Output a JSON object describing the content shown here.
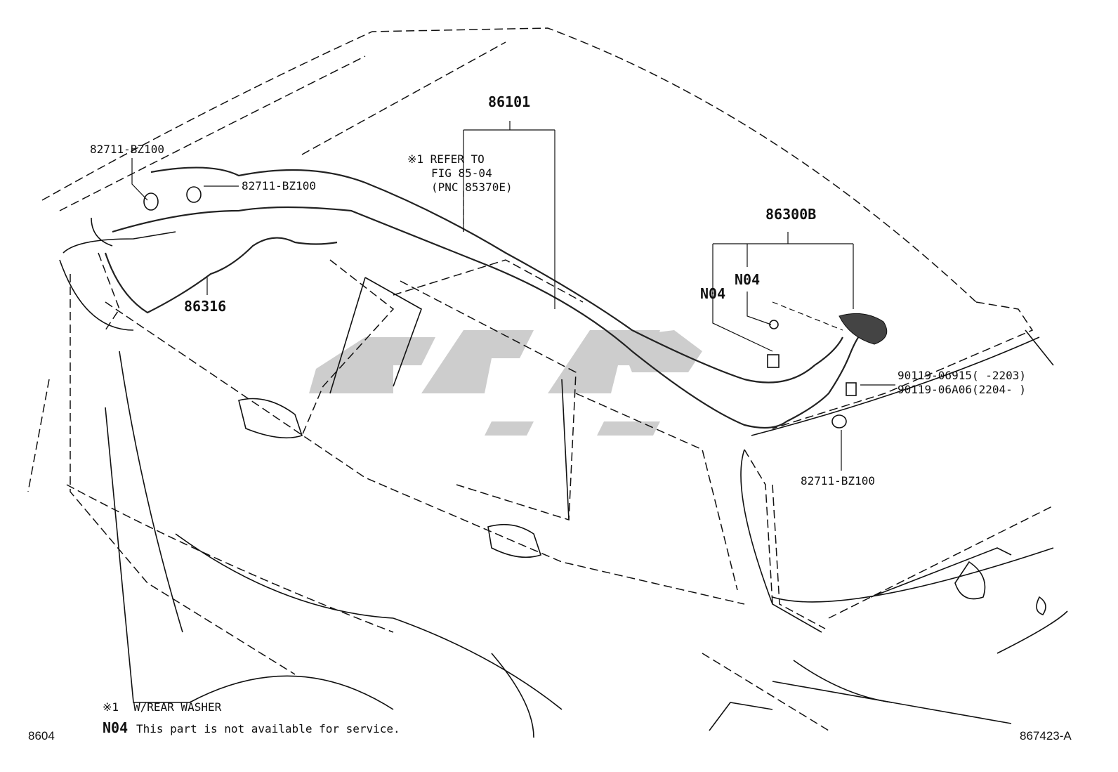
{
  "callouts": {
    "p86101": "86101",
    "p86300b": "86300B",
    "p86316": "86316",
    "n04_left": "N04",
    "n04_right": "N04",
    "clip_top_left": "82711-BZ100",
    "clip_top_mid": "82711-BZ100",
    "clip_bottom_right": "82711-BZ100",
    "bolt_a_pn": "90119-06915",
    "bolt_a_range": "(      -2203)",
    "bolt_b_pn": "90119-06A06",
    "bolt_b_range": "(2204-      )",
    "refer_line1": "※1 REFER TO",
    "refer_line2": "FIG 85-04",
    "refer_line3": "(PNC 85370E)"
  },
  "notes": {
    "note1_mark": "※1",
    "note1_text": "W/REAR WASHER",
    "note2_mark": "N04",
    "note2_text": "This part is not available for service."
  },
  "footer": {
    "left_code": "8604",
    "right_code": "867423-A"
  },
  "watermark_color": "#c8c8c8"
}
